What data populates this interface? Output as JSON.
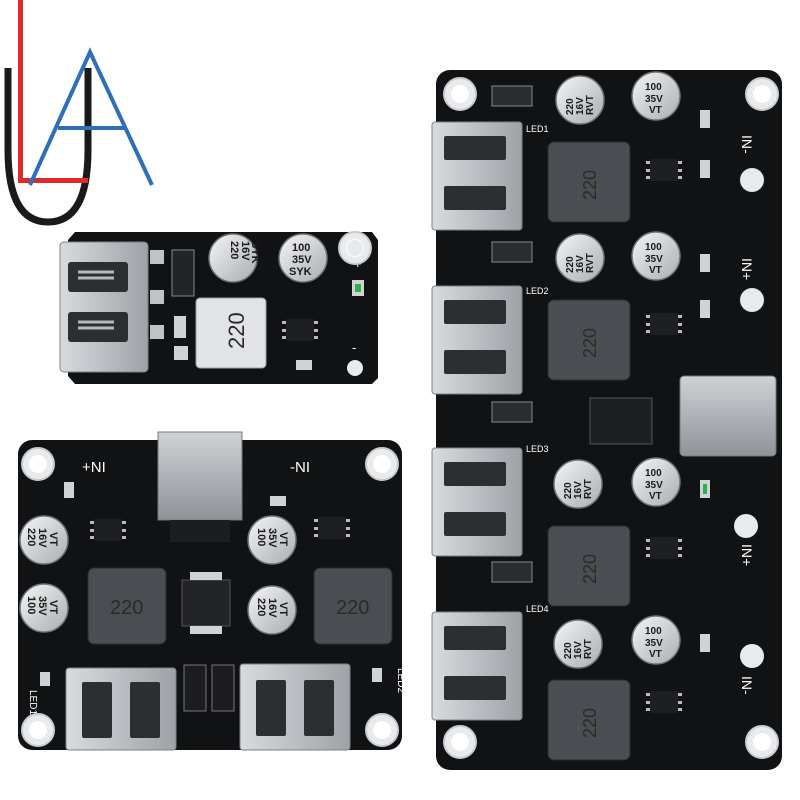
{
  "logo": {
    "alt": "UA logo",
    "colors": {
      "red": "#e02a2a",
      "blue": "#2e6fb7",
      "black": "#1a1a1a"
    }
  },
  "colors": {
    "pcb": "#111214",
    "silk": "#ffffff",
    "inductor": "#4a4d52",
    "usb": "#bfc3c7",
    "cap": "#d9dcdf"
  },
  "small_board": {
    "cap1_lines": [
      "220",
      "16V",
      "SYK"
    ],
    "cap2_lines": [
      "100",
      "35V",
      "SYK"
    ],
    "inductor": "220",
    "plus": "+",
    "minus": "-"
  },
  "double_board": {
    "in_plus": "+NI",
    "in_minus": "-NI",
    "cap_a": [
      "220",
      "16V",
      "VT"
    ],
    "cap_b": [
      "100",
      "35V",
      "VT"
    ],
    "cap_c": [
      "100",
      "35V",
      "VT"
    ],
    "cap_d": [
      "220",
      "16V",
      "VT"
    ],
    "inductor_left": "220",
    "inductor_right": "220",
    "led1": "LED1",
    "led2": "LED2"
  },
  "quad_board": {
    "in_minus_top": "IN-",
    "in_plus_mid": "IN+",
    "in_plus_low": "IN+",
    "in_minus_bottom": "IN-",
    "leds": [
      "LED1",
      "LED2",
      "LED3",
      "LED4"
    ],
    "cap_220": [
      "220",
      "16V",
      "RVT"
    ],
    "cap_100": [
      "100",
      "35V",
      "VT"
    ],
    "inductor": "220"
  }
}
